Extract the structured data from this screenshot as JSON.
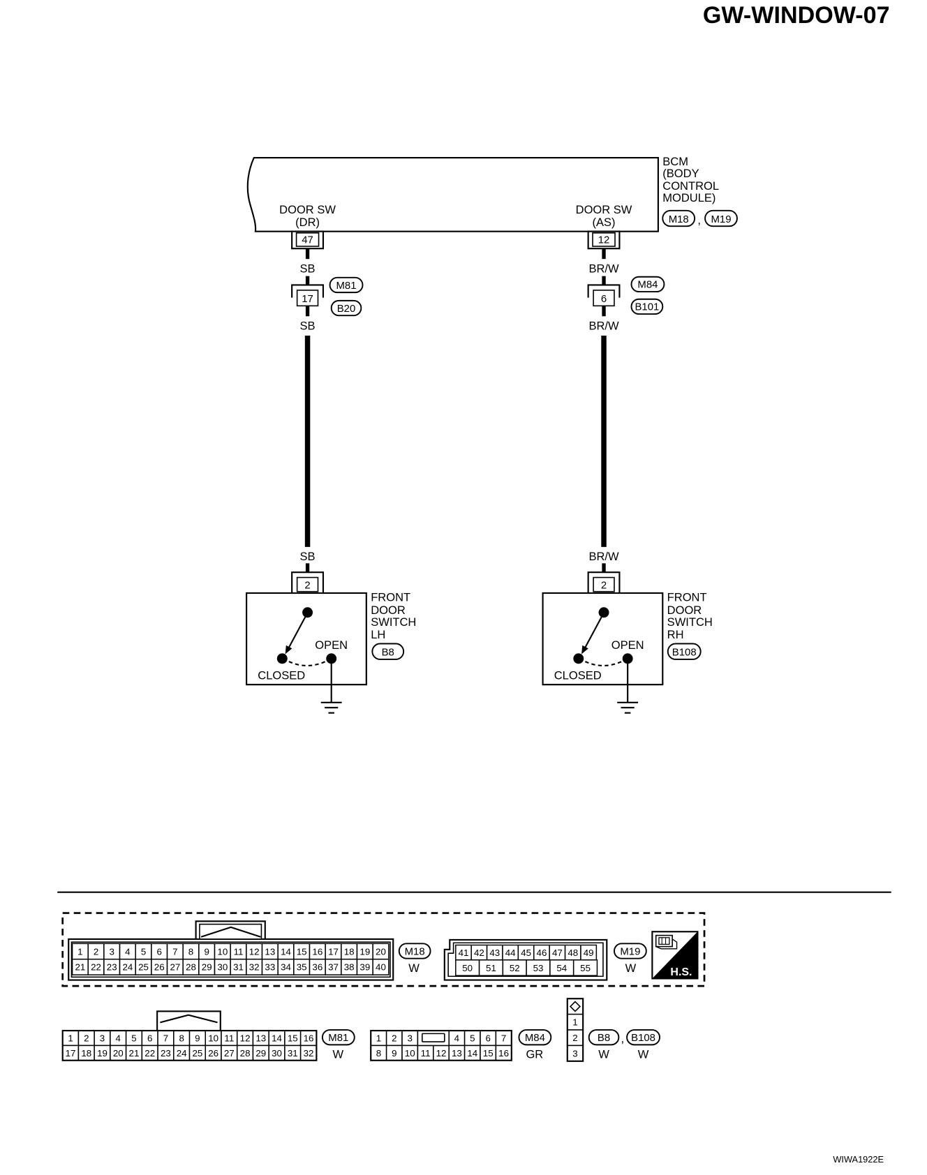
{
  "page_title": "GW-WINDOW-07",
  "bcm": {
    "name_lines": [
      "BCM",
      "(BODY",
      "CONTROL",
      "MODULE)"
    ],
    "connector_ids": [
      "M18",
      "M19"
    ],
    "connector_separator": ","
  },
  "circuits": {
    "dr": {
      "bcm_terminal_lines": [
        "DOOR SW",
        "(DR)"
      ],
      "bcm_pin": "47",
      "wire_labels": [
        "SB",
        "SB",
        "SB"
      ],
      "joint_connector_ids": [
        "M81",
        "B20"
      ],
      "joint_pin": "17",
      "switch_pin": "2",
      "switch_name_lines": [
        "FRONT",
        "DOOR",
        "SWITCH",
        "LH"
      ],
      "switch_connector_id": "B8",
      "open_label": "OPEN",
      "closed_label": "CLOSED"
    },
    "as": {
      "bcm_terminal_lines": [
        "DOOR SW",
        "(AS)"
      ],
      "bcm_pin": "12",
      "wire_labels": [
        "BR/W",
        "BR/W",
        "BR/W"
      ],
      "joint_connector_ids": [
        "M84",
        "B101"
      ],
      "joint_pin": "6",
      "switch_pin": "2",
      "switch_name_lines": [
        "FRONT",
        "DOOR",
        "SWITCH",
        "RH"
      ],
      "switch_connector_id": "B108",
      "open_label": "OPEN",
      "closed_label": "CLOSED"
    }
  },
  "connector_views": {
    "m18": {
      "id": "M18",
      "color_code": "W",
      "top_row": [
        "1",
        "2",
        "3",
        "4",
        "5",
        "6",
        "7",
        "8",
        "9",
        "10",
        "11",
        "12",
        "13",
        "14",
        "15",
        "16",
        "17",
        "18",
        "19",
        "20"
      ],
      "bottom_row": [
        "21",
        "22",
        "23",
        "24",
        "25",
        "26",
        "27",
        "28",
        "29",
        "30",
        "31",
        "32",
        "33",
        "34",
        "35",
        "36",
        "37",
        "38",
        "39",
        "40"
      ]
    },
    "m19": {
      "id": "M19",
      "color_code": "W",
      "top_row": [
        "41",
        "42",
        "43",
        "44",
        "45",
        "46",
        "47",
        "48",
        "49"
      ],
      "bottom_row": [
        "50",
        "51",
        "52",
        "53",
        "54",
        "55"
      ]
    },
    "harness_side": {
      "label": "H.S.",
      "icon": "harness-connector-icon"
    },
    "m81": {
      "id": "M81",
      "color_code": "W",
      "top_row": [
        "1",
        "2",
        "3",
        "4",
        "5",
        "6",
        "7",
        "8",
        "9",
        "10",
        "11",
        "12",
        "13",
        "14",
        "15",
        "16"
      ],
      "bottom_row": [
        "17",
        "18",
        "19",
        "20",
        "21",
        "22",
        "23",
        "24",
        "25",
        "26",
        "27",
        "28",
        "29",
        "30",
        "31",
        "32"
      ]
    },
    "m84": {
      "id": "M84",
      "color_code": "GR",
      "top_row_left": [
        "1",
        "2",
        "3"
      ],
      "top_row_right": [
        "4",
        "5",
        "6",
        "7"
      ],
      "bottom_row": [
        "8",
        "9",
        "10",
        "11",
        "12",
        "13",
        "14",
        "15",
        "16"
      ]
    },
    "b8_b108": {
      "ids": [
        "B8",
        "B108"
      ],
      "separator": ",",
      "color_codes": [
        "W",
        "W"
      ],
      "pins": [
        "1",
        "2",
        "3"
      ]
    }
  },
  "footer_code": "WIWA1922E"
}
